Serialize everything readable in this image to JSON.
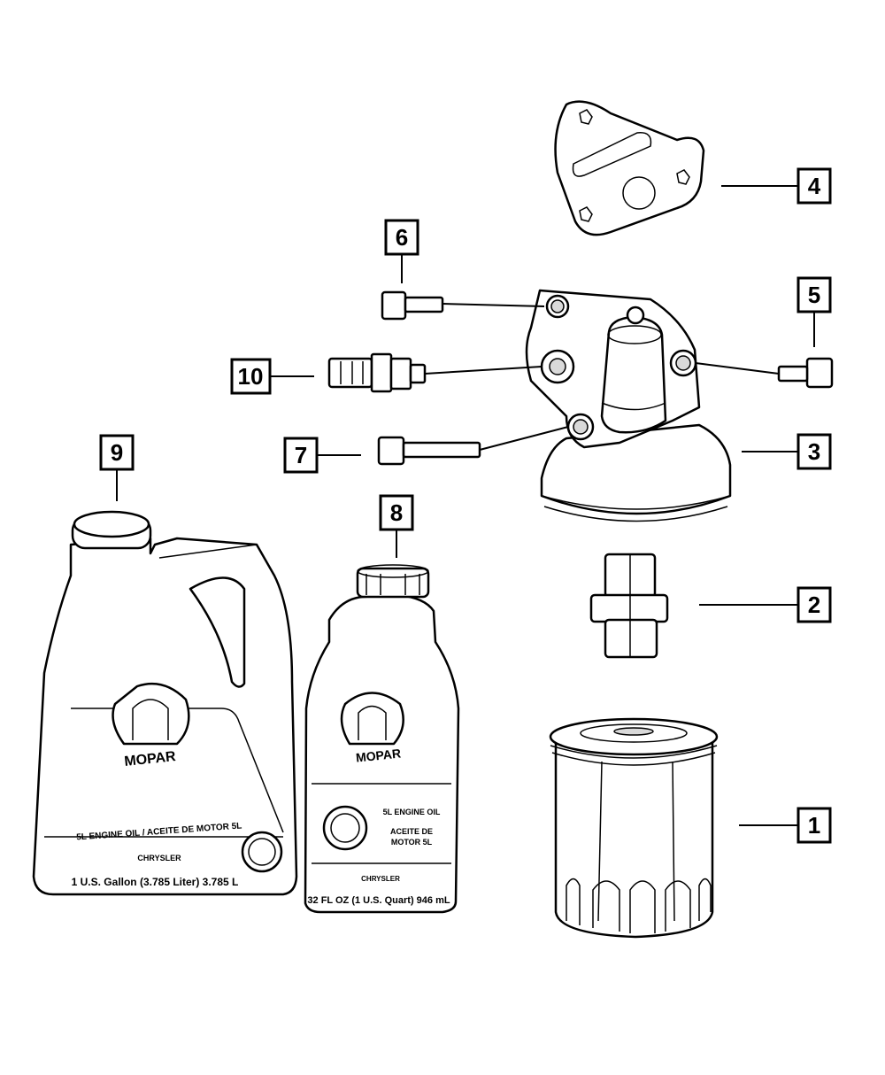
{
  "callouts": {
    "c1": "1",
    "c2": "2",
    "c3": "3",
    "c4": "4",
    "c5": "5",
    "c6": "6",
    "c7": "7",
    "c8": "8",
    "c9": "9",
    "c10": "10"
  },
  "gallon_label": {
    "brand": "MOPAR",
    "oil_type": "5L ENGINE OIL / ACEITE DE MOTOR 5L",
    "chrysler": "CHRYSLER",
    "volume": "1 U.S. Gallon  (3.785 Liter)  3.785 L"
  },
  "quart_label": {
    "brand": "MOPAR",
    "oil_type_1": "5L ENGINE OIL",
    "oil_type_2": "ACEITE DE",
    "oil_type_3": "MOTOR 5L",
    "chrysler": "CHRYSLER",
    "volume": "32 FL OZ  (1 U.S. Quart)  946 mL"
  }
}
